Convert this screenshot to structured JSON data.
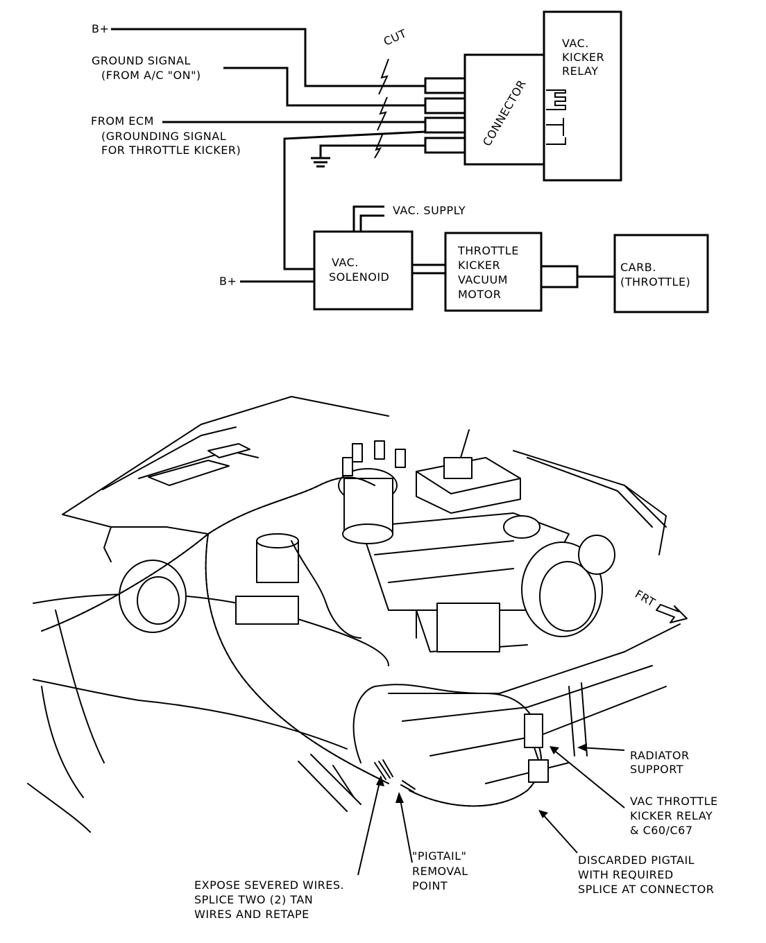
{
  "schematic": {
    "b_plus_top": "B+",
    "ground_signal_1": "GROUND SIGNAL",
    "ground_signal_2": "(FROM A/C \"ON\")",
    "from_ecm_1": "FROM ECM",
    "from_ecm_2": "(GROUNDING SIGNAL",
    "from_ecm_3": "FOR THROTTLE KICKER)",
    "cut": "CUT",
    "connector": "CONNECTOR",
    "relay_1": "VAC.",
    "relay_2": "KICKER",
    "relay_3": "RELAY",
    "vac_supply": "VAC. SUPPLY",
    "b_plus_bottom": "B+",
    "solenoid_1": "VAC.",
    "solenoid_2": "SOLENOID",
    "motor_1": "THROTTLE",
    "motor_2": "KICKER",
    "motor_3": "VACUUM",
    "motor_4": "MOTOR",
    "carb_1": "CARB.",
    "carb_2": "(THROTTLE)"
  },
  "engine_view": {
    "frt": "FRT",
    "radiator_1": "RADIATOR",
    "radiator_2": "SUPPORT",
    "relay_callout_1": "VAC THROTTLE",
    "relay_callout_2": "KICKER RELAY",
    "relay_callout_3": "& C60/C67",
    "pigtail_1": "\"PIGTAIL\"",
    "pigtail_2": "REMOVAL",
    "pigtail_3": "POINT",
    "discarded_1": "DISCARDED PIGTAIL",
    "discarded_2": "WITH REQUIRED",
    "discarded_3": "SPLICE AT CONNECTOR",
    "expose_1": "EXPOSE SEVERED WIRES.",
    "expose_2": "SPLICE TWO (2) TAN",
    "expose_3": "WIRES AND RETAPE"
  }
}
